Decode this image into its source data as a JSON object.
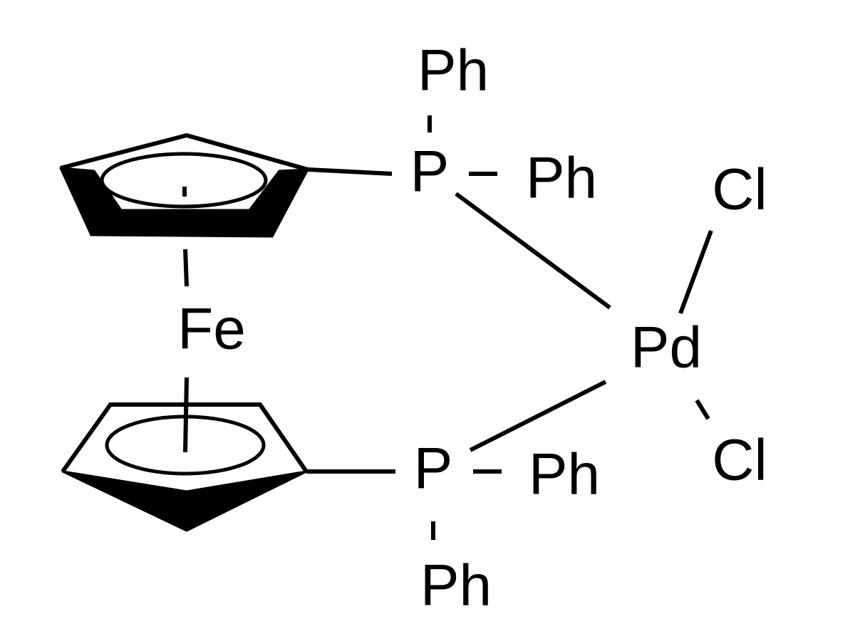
{
  "diagram": {
    "atoms": {
      "fe": "Fe",
      "pd": "Pd",
      "p_top": "P",
      "p_bottom": "P",
      "cl_top": "Cl",
      "cl_bottom": "Cl",
      "ph_top_up": "Ph",
      "ph_top_right": "Ph",
      "ph_bottom_right": "Ph",
      "ph_bottom_down": "Ph"
    },
    "colors": {
      "ink": "#000000",
      "background": "#ffffff"
    }
  }
}
